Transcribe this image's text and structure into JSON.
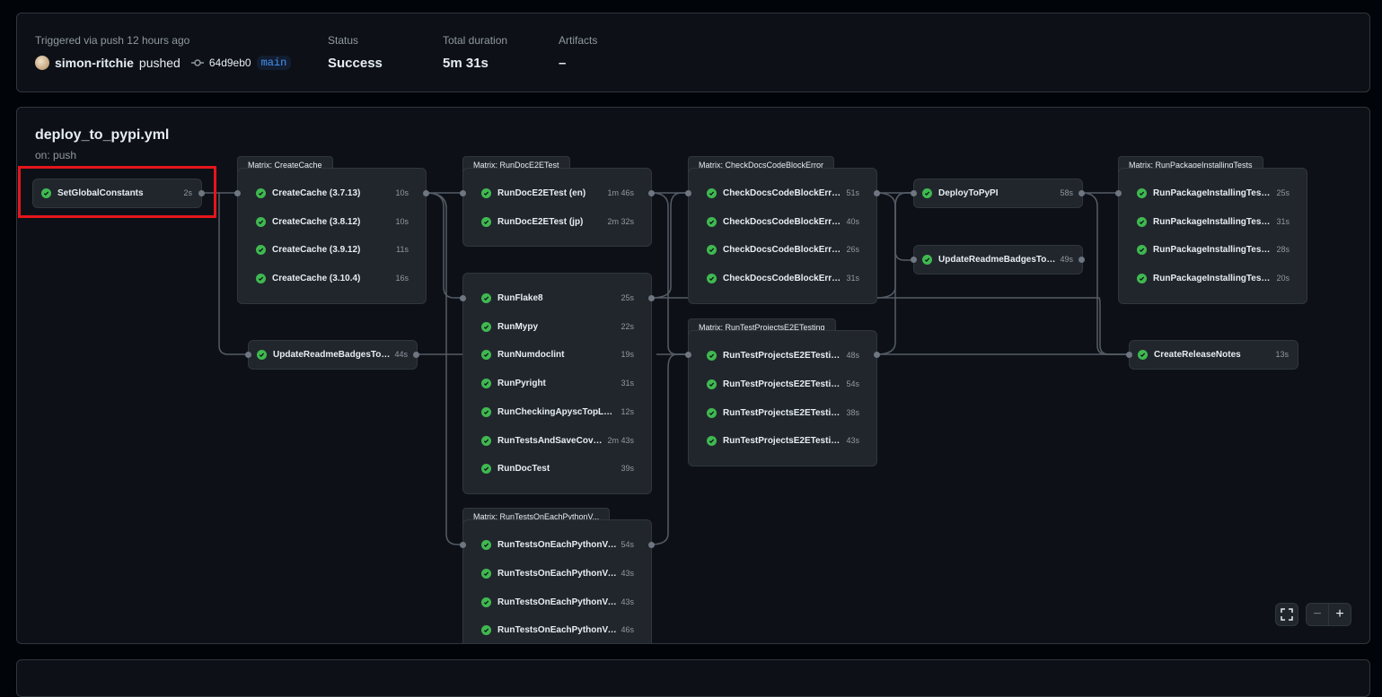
{
  "summary": {
    "trigger_text": "Triggered via push 12 hours ago",
    "actor": "simon-ritchie",
    "action": "pushed",
    "commit_sha": "64d9eb0",
    "branch": "main",
    "status_label": "Status",
    "status_value": "Success",
    "duration_label": "Total duration",
    "duration_value": "5m 31s",
    "artifacts_label": "Artifacts",
    "artifacts_value": "–"
  },
  "workflow": {
    "file": "deploy_to_pypi.yml",
    "trigger": "on: push",
    "status_color": "#3fb950",
    "highlight_color": "#e5151c"
  },
  "jobs": {
    "set_global_constants": {
      "name": "SetGlobalConstants",
      "duration": "2s"
    },
    "update_badges_ch": {
      "name": "UpdateReadmeBadgesToCh...",
      "duration": "44s"
    },
    "deploy_to_pypi": {
      "name": "DeployToPyPI",
      "duration": "58s"
    },
    "update_badges_pa": {
      "name": "UpdateReadmeBadgesToPa...",
      "duration": "49s"
    },
    "create_release_notes": {
      "name": "CreateReleaseNotes",
      "duration": "13s"
    }
  },
  "groups": {
    "create_cache": {
      "title": "Matrix: CreateCache",
      "jobs": [
        {
          "name": "CreateCache (3.7.13)",
          "duration": "10s"
        },
        {
          "name": "CreateCache (3.8.12)",
          "duration": "10s"
        },
        {
          "name": "CreateCache (3.9.12)",
          "duration": "11s"
        },
        {
          "name": "CreateCache (3.10.4)",
          "duration": "16s"
        }
      ]
    },
    "run_doc_e2e": {
      "title": "Matrix: RunDocE2ETest",
      "jobs": [
        {
          "name": "RunDocE2ETest (en)",
          "duration": "1m 46s"
        },
        {
          "name": "RunDocE2ETest (jp)",
          "duration": "2m 32s"
        }
      ]
    },
    "lint": {
      "jobs": [
        {
          "name": "RunFlake8",
          "duration": "25s"
        },
        {
          "name": "RunMypy",
          "duration": "22s"
        },
        {
          "name": "RunNumdoclint",
          "duration": "19s"
        },
        {
          "name": "RunPyright",
          "duration": "31s"
        },
        {
          "name": "RunCheckingApyscTopLevel...",
          "duration": "12s"
        },
        {
          "name": "RunTestsAndSaveCovera...",
          "duration": "2m 43s"
        },
        {
          "name": "RunDocTest",
          "duration": "39s"
        }
      ]
    },
    "run_tests_python": {
      "title": "Matrix: RunTestsOnEachPythonV...",
      "jobs": [
        {
          "name": "RunTestsOnEachPythonVers...",
          "duration": "54s"
        },
        {
          "name": "RunTestsOnEachPythonVers...",
          "duration": "43s"
        },
        {
          "name": "RunTestsOnEachPythonVers...",
          "duration": "43s"
        },
        {
          "name": "RunTestsOnEachPythonVers...",
          "duration": "46s"
        }
      ]
    },
    "check_docs": {
      "title": "Matrix: CheckDocsCodeBlockError",
      "jobs": [
        {
          "name": "CheckDocsCodeBlockError (...",
          "duration": "51s"
        },
        {
          "name": "CheckDocsCodeBlockError (...",
          "duration": "40s"
        },
        {
          "name": "CheckDocsCodeBlockError (...",
          "duration": "26s"
        },
        {
          "name": "CheckDocsCodeBlockError (...",
          "duration": "31s"
        }
      ]
    },
    "run_test_projects": {
      "title": "Matrix: RunTestProjectsE2ETesting",
      "jobs": [
        {
          "name": "RunTestProjectsE2ETesting (...",
          "duration": "48s"
        },
        {
          "name": "RunTestProjectsE2ETesting (...",
          "duration": "54s"
        },
        {
          "name": "RunTestProjectsE2ETesting (...",
          "duration": "38s"
        },
        {
          "name": "RunTestProjectsE2ETesting (...",
          "duration": "43s"
        }
      ]
    },
    "run_package_installing": {
      "title": "Matrix: RunPackageInstallingTests",
      "jobs": [
        {
          "name": "RunPackageInstallingTests (...",
          "duration": "25s"
        },
        {
          "name": "RunPackageInstallingTests (...",
          "duration": "31s"
        },
        {
          "name": "RunPackageInstallingTests (...",
          "duration": "28s"
        },
        {
          "name": "RunPackageInstallingTests (...",
          "duration": "20s"
        }
      ]
    }
  },
  "controls": {
    "fullscreen_icon": "fullscreen-icon",
    "zoom_out_symbol": "−",
    "zoom_in_symbol": "+"
  }
}
